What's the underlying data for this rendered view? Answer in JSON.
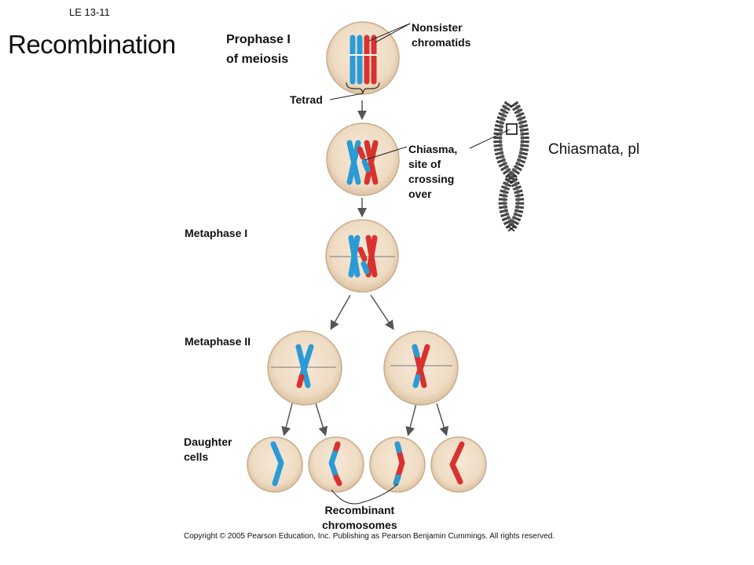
{
  "figure_label": "LE 13-11",
  "title": "Recombination",
  "labels": {
    "prophase_line1": "Prophase I",
    "prophase_line2": "of meiosis",
    "nonsister_line1": "Nonsister",
    "nonsister_line2": "chromatids",
    "tetrad": "Tetrad",
    "chiasma_line1": "Chiasma,",
    "chiasma_line2": "site of",
    "chiasma_line3": "crossing",
    "chiasma_line4": "over",
    "metaphase_1": "Metaphase I",
    "metaphase_2": "Metaphase II",
    "daughter_line1": "Daughter",
    "daughter_line2": "cells",
    "recombinant_line1": "Recombinant",
    "recombinant_line2": "chromosomes",
    "chiasmata_pl": "Chiasmata, pl"
  },
  "copyright": "Copyright © 2005 Pearson Education, Inc. Publishing as Pearson Benjamin Cummings. All rights reserved.",
  "colors": {
    "cell_fill": "#efdcc4",
    "cell_edge": "#c9ad8c",
    "blue_chromosome": "#2b9bd6",
    "red_chromosome": "#d8322f",
    "arrow": "#555555"
  }
}
